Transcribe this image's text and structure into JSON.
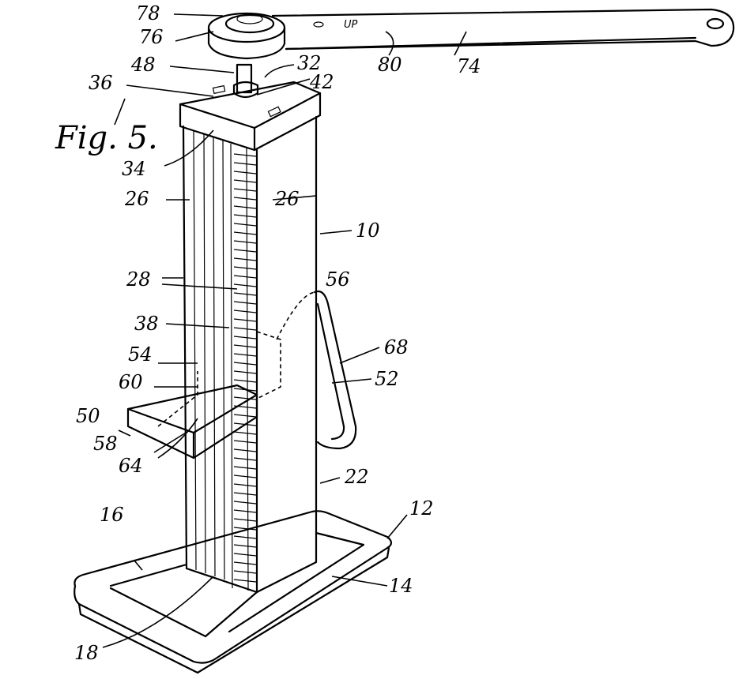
{
  "figure": {
    "title": "Fig. 5.",
    "wrench_marking": "UP",
    "labels": {
      "l78": "78",
      "l76": "76",
      "l48": "48",
      "l32": "32",
      "l42": "42",
      "l36": "36",
      "l34": "34",
      "l26a": "26",
      "l26b": "26",
      "l10": "10",
      "l28": "28",
      "l56": "56",
      "l38": "38",
      "l54": "54",
      "l68": "68",
      "l60": "60",
      "l52": "52",
      "l50": "50",
      "l58": "58",
      "l64": "64",
      "l22": "22",
      "l12": "12",
      "l16": "16",
      "l14": "14",
      "l18": "18",
      "l80": "80",
      "l74": "74"
    }
  }
}
